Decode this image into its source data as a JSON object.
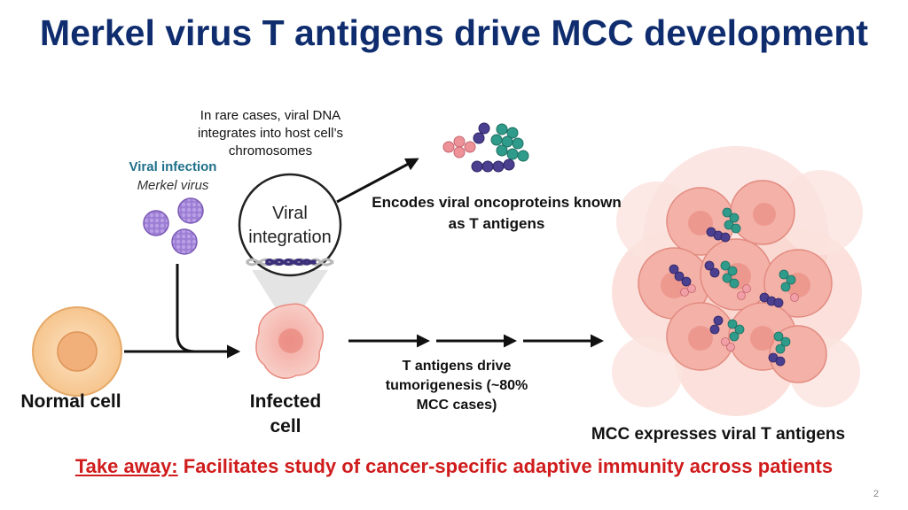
{
  "title": "Merkel virus T antigens drive MCC development",
  "integration_note": "In rare cases, viral DNA integrates into host cell’s chromosomes",
  "viral_infection": {
    "label": "Viral infection",
    "virus_name": "Merkel virus"
  },
  "magnifier": {
    "line1": "Viral",
    "line2": "integration"
  },
  "encodes_text": "Encodes viral oncoproteins known as T antigens",
  "t_antigens_text": "T antigens drive tumorigenesis (~80% MCC cases)",
  "normal_cell_label": "Normal cell",
  "infected_cell_label": "Infected cell",
  "mcc_label": "MCC expresses viral T antigens",
  "takeaway": {
    "label": "Take away:",
    "text": " Facilitates study of cancer-specific adaptive immunity across patients"
  },
  "page_number": "2",
  "colors": {
    "title": "#0f2d6e",
    "takeaway": "#d01c1c",
    "viral_label": "#1e6f8a",
    "virus": "#8e6bc7",
    "antigen_teal": "#2f9b8a",
    "antigen_purple": "#4b3f8f",
    "antigen_pink": "#e88a94",
    "tumor": "#f1b3a9"
  },
  "icons": [
    "virus-particle-icon",
    "dna-helix-icon",
    "t-antigen-protein-icon",
    "arrow-icon"
  ]
}
